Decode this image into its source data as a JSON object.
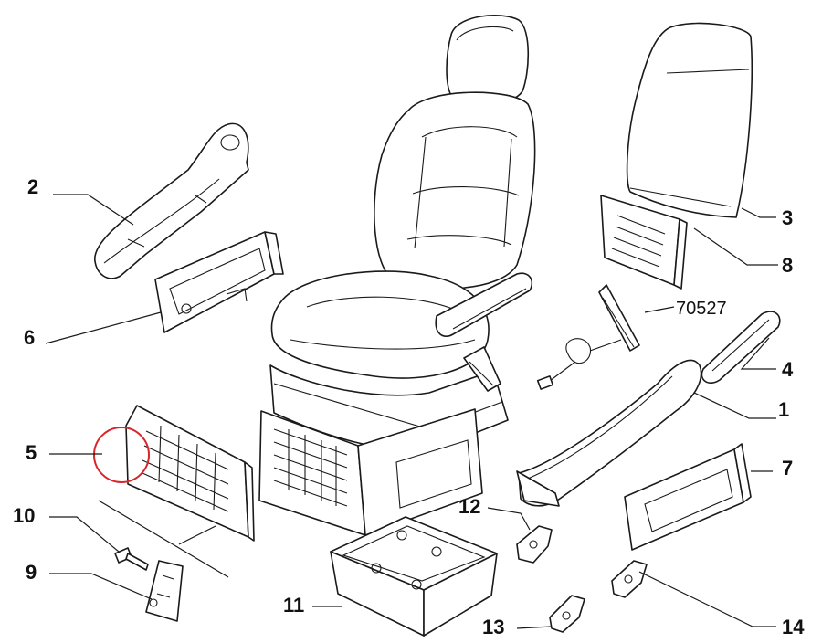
{
  "diagram": {
    "labels": [
      "1",
      "2",
      "3",
      "4",
      "5",
      "6",
      "7",
      "8",
      "9",
      "10",
      "11",
      "12",
      "13",
      "14",
      "70527"
    ],
    "highlight_color": "#d9262b"
  }
}
